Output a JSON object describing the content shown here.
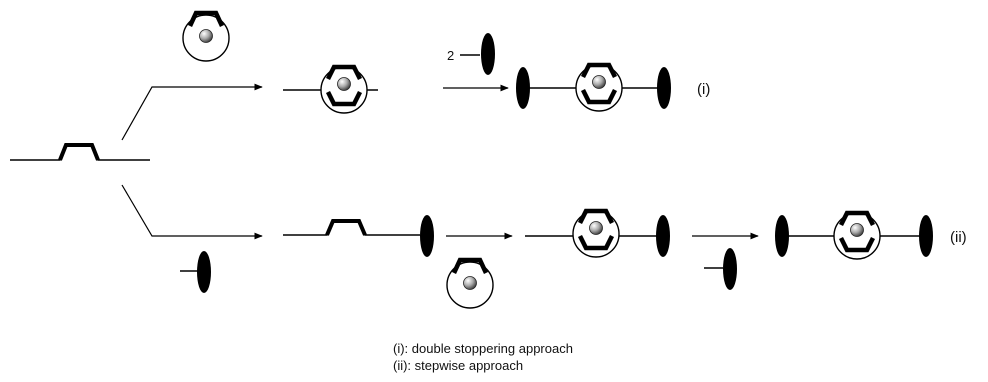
{
  "route_labels": {
    "i": "(i)",
    "ii": "(ii)"
  },
  "stoichiometry": "2",
  "legend": {
    "i": "(i): double stoppering approach",
    "ii": "(ii): stepwise approach"
  }
}
